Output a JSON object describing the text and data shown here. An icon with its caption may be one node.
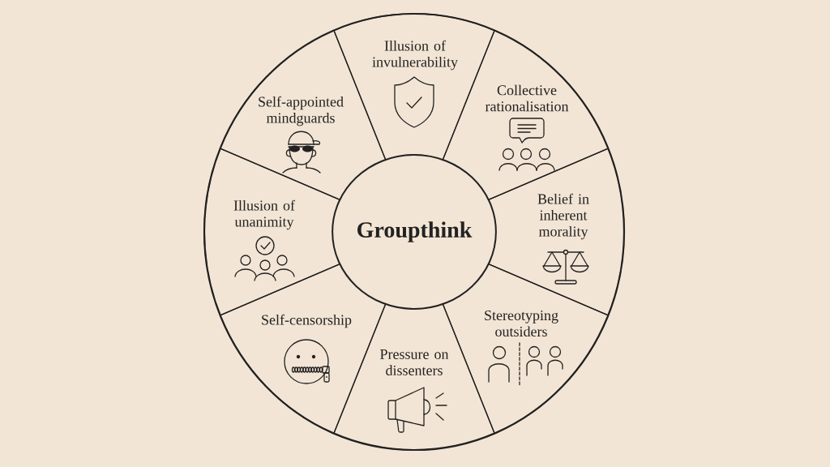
{
  "diagram": {
    "nodes": [
      {
        "text": [
          "Groupthink"
        ]
      },
      {
        "text": [
          "Illusion of invulnerability"
        ]
      },
      {
        "text": [
          "Collective rationalisation"
        ]
      },
      {
        "text": [
          "Belief in inherent morality"
        ]
      },
      {
        "text": [
          "Stereotyping outsiders"
        ]
      },
      {
        "text": [
          "Pressure on dissenters"
        ]
      },
      {
        "text": [
          "Self-censorship"
        ]
      },
      {
        "text": [
          "Illusion of unanimity"
        ]
      },
      {
        "text": [
          "Self-appointed mindguards"
        ]
      }
    ]
  }
}
